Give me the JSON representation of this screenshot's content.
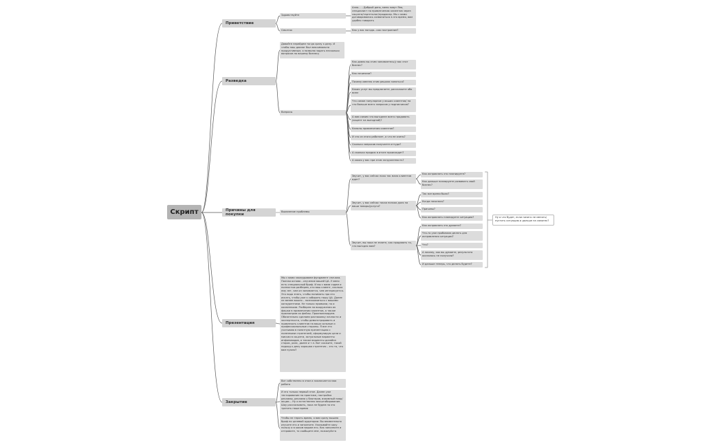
{
  "root": {
    "label": "Скрипт"
  },
  "branches": [
    {
      "label": "Приветствие",
      "children": [
        {
          "text": "Здравствуйте",
          "children": [
            {
              "text": "Алло... – Добрый день, меня зовут Яна, специалист по привлечению клиентов через соцсети/таргетолог/продюсер. Мы с вами договаривались созвониться в это время, вам удобно говорить"
            }
          ]
        },
        {
          "text": "Смолток",
          "children": [
            {
              "text": "Как у вас погода...как настроение?"
            }
          ]
        }
      ]
    },
    {
      "label": "Разведка",
      "children": [
        {
          "text": "Давайте перейдем тогда сразу к делу. И чтобы наш диалог был максимально продуктивным, я позволю задать несколько вопросов по вашему бизнесу",
          "children": []
        },
        {
          "text": "Вопросы",
          "children": [
            {
              "text": "Как давно вы этим занимаетесь/у вас этот бизнес?"
            },
            {
              "text": "Как начинали?"
            },
            {
              "text": "Почему именно этим решили заняться?"
            },
            {
              "text": "Каких услуг вы предлагаете, расскажите обо всем"
            },
            {
              "text": "Что самое популярное у ваших клиентов/ на что больше всего запросов у подписчиков?"
            },
            {
              "text": "А вам самим что выгоднее всего продавать (акцент на выгодной)?"
            },
            {
              "text": "Каналы привлечения клиентов?"
            },
            {
              "text": "И что из этого работает, а что не очень?"
            },
            {
              "text": "Сколько запросов получаете оттуда?"
            },
            {
              "text": "А сколько продаж в итоге происходит?"
            },
            {
              "text": "А какая у вас при этом загруженность?"
            }
          ]
        }
      ]
    },
    {
      "label": "Причины для покупки",
      "children": [
        {
          "text": "Выявление проблемы",
          "children": [
            {
              "text": "Звучит, у вас сейчас пока так мало клиентов идет?",
              "children": [
                {
                  "text": "Как исправлять это планируете?"
                },
                {
                  "text": "Как дальше планируете развивать свой бизнес?"
                }
              ]
            },
            {
              "text": "Звучит, у вас сейчас такая низкая доля на ваши товары/услуги?",
              "children": [
                {
                  "text": "Так все время было?"
                },
                {
                  "text": "Когда началось?"
                },
                {
                  "text": "Причины?"
                },
                {
                  "text": "Как исправлять планируете ситуацию?"
                }
              ]
            },
            {
              "text": "Звучит, вы пока не знаете, как продавать то, что выгодно вам?",
              "children": [
                {
                  "text": "Как исправлять это думаете?"
                },
                {
                  "text": "Что-то уже пробовали делать для исправления ситуации?"
                },
                {
                  "text": "Что?"
                },
                {
                  "text": "А почему, как вы думаете, результата оказалось не получили?"
                },
                {
                  "text": "И дальше теперь, что делать будете?"
                }
              ]
            }
          ]
        }
      ]
    },
    {
      "label": "Презентация",
      "children": [
        {
          "text": "Мы с вами закладываем фундамент сначала. Полная основа – изучение вашей ЦА. У меня есть специальный бриф. И мы с вами сядем и полностью разберем, кто ваш клиент, сколько ему лет, чем он занимается, чем интересуется. Это надо знать, чтобы понимать про его искать, чтобы уже к собирать нашу ЦА. Далее не менее важно – познакомиться с вашими конкурентами. Не только прямыми, но и косвенными. Разберем на вооружения их фишки в привлечении клиентов, а также присмотрим их фейлы. Проанализируем. Обязательно сделаем распаковку личности и экспертности, чтобы демонстрировать и привлекать клиентов на ваши сильные и профессиональные стороны. Я все это учитываю в понятную презентацию с полезными стратегией, сформулирую цели и миссии в соцсети, актуальные варианты инфоповодов, а также варианты дизайна сторис, рилс, далее и т.п. Вот скажите, такой подход к делу хорошая стратегия – это то, что вам нужно?",
          "children": []
        }
      ]
    },
    {
      "label": "Закрытие",
      "children": [
        {
          "text": "Вот собственно в этом и заключается моя работа",
          "children": []
        },
        {
          "text": "И это только первый этап. Далее уже тестирование на практике, настройка рекламы, реклама у блогеров, взаимный пиар/акции… Ну и естественно масштабирование. Шоу рассказывать, пока не будем на это тратить наше время",
          "children": []
        },
        {
          "text": "Чтобы не терять время, я вам сразу вышлю бриф по целевой аудитории. Вы внимательно изучите его и заполните. Указывайте каку пользу и в каком вашим его. Как заполните и отправите, то сообщите мне, пожалуйста",
          "children": []
        }
      ]
    }
  ],
  "side_note": {
    "text": "Ну а что будет, если ничего не менять/ пустить ситуацию и дальше на самотек?"
  }
}
